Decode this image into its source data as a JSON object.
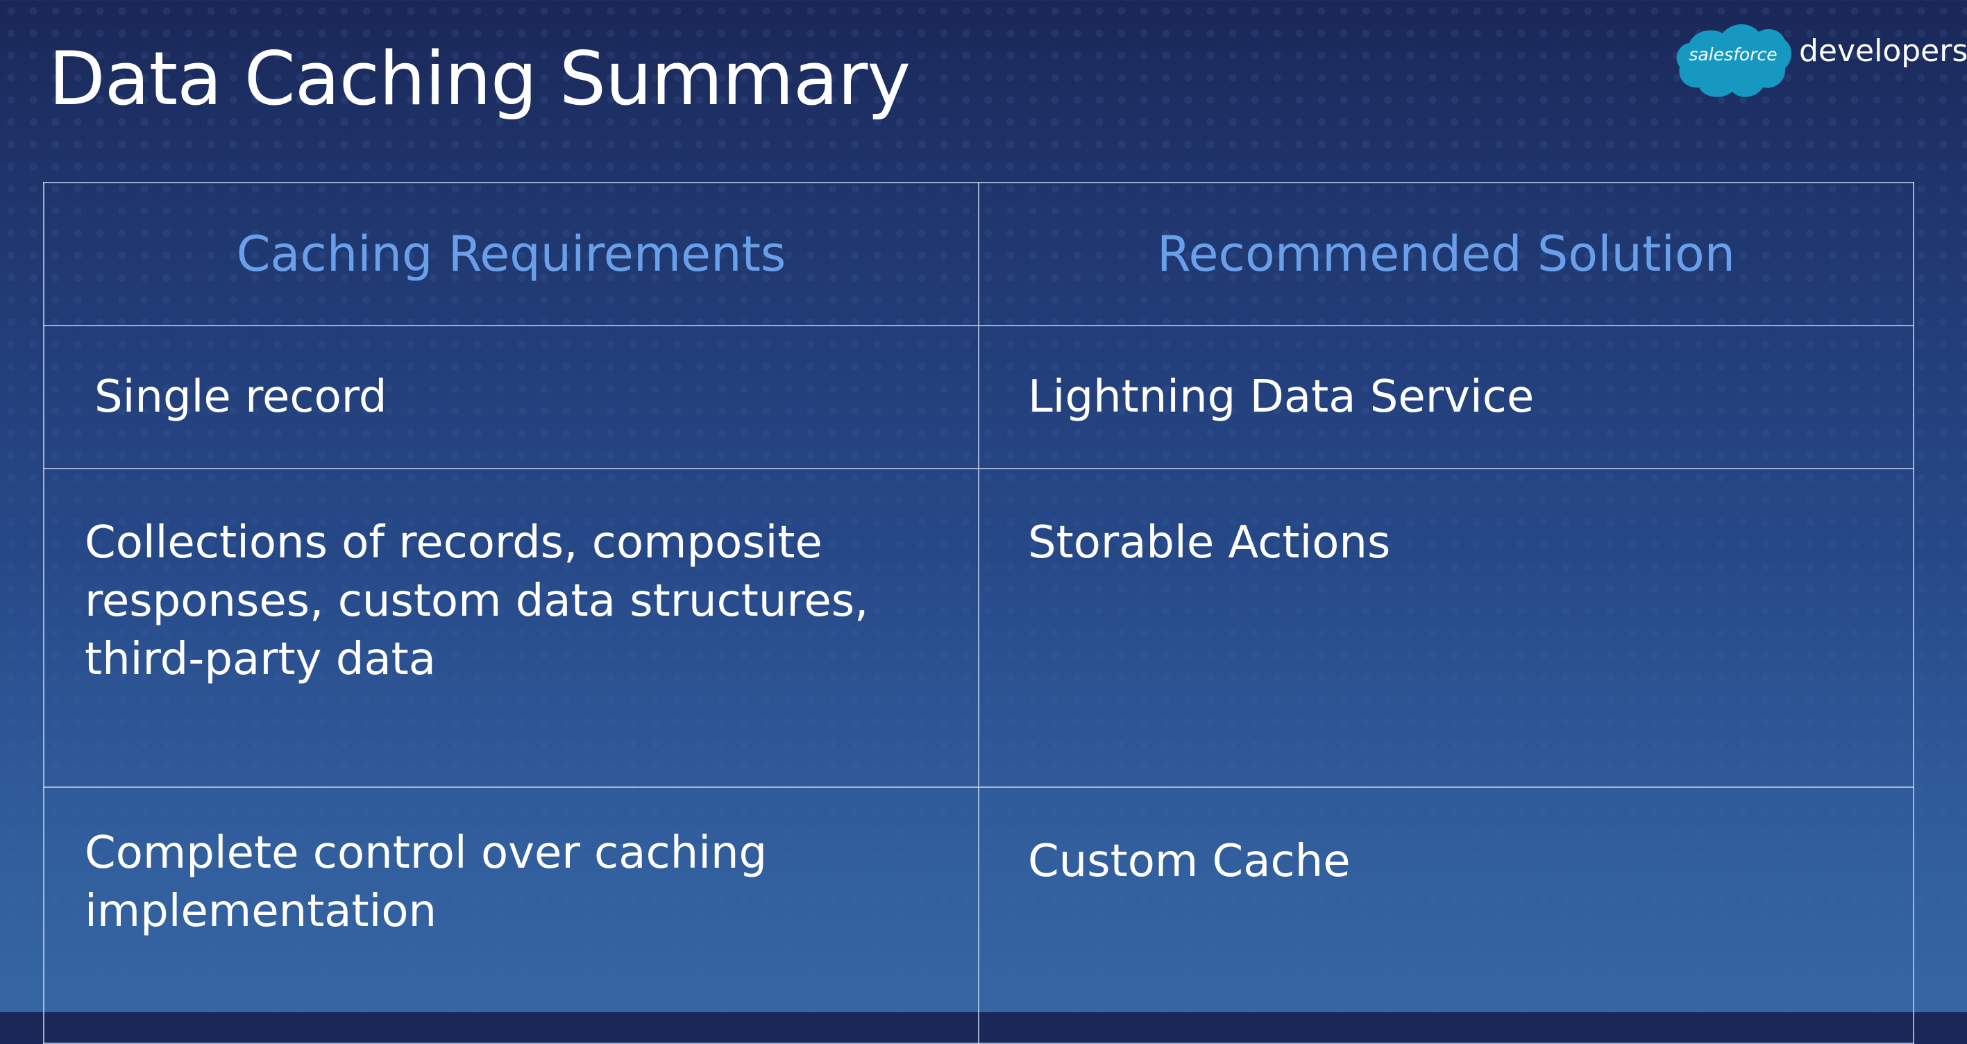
{
  "slide": {
    "title": "Data Caching Summary"
  },
  "brand": {
    "cloud_text": "salesforce",
    "word": "developers",
    "cloud_color": "#1798c1"
  },
  "table": {
    "headers": [
      "Caching Requirements",
      "Recommended Solution"
    ],
    "rows": [
      [
        "Single record",
        "Lightning Data Service"
      ],
      [
        "Collections of records, composite responses, custom data structures, third-party data",
        "Storable Actions"
      ],
      [
        "Complete control over caching implementation",
        "Custom Cache"
      ]
    ]
  },
  "colors": {
    "header_text": "#6aa0ea",
    "body_text": "#ffffff",
    "background_top": "#1a2757",
    "background_bottom": "#3565a3"
  }
}
